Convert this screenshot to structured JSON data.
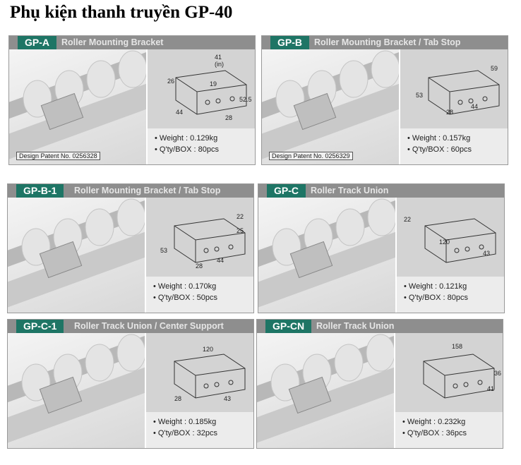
{
  "page_title": "Phụ kiện thanh truyền GP-40",
  "weight_label": "Weight : ",
  "qty_label": "Q'ty/BOX : ",
  "cards": [
    {
      "code": "GP-A",
      "name": "Roller Mounting Bracket",
      "weight": "0.129kg",
      "qty": "80pcs",
      "patent": "Design Patent No. 0256328",
      "dims": [
        "41",
        "(in)",
        "26",
        "19",
        "44",
        "28",
        "52.5"
      ]
    },
    {
      "code": "GP-B",
      "name": "Roller Mounting Bracket / Tab Stop",
      "weight": "0.157kg",
      "qty": "60pcs",
      "patent": "Design Patent No. 0256329",
      "dims": [
        "59",
        "53",
        "28",
        "44"
      ]
    },
    {
      "code": "GP-B-1",
      "name": "Roller Mounting Bracket / Tab Stop",
      "weight": "0.170kg",
      "qty": "50pcs",
      "dims": [
        "22",
        "25",
        "53",
        "28",
        "44"
      ]
    },
    {
      "code": "GP-C",
      "name": "Roller Track Union",
      "weight": "0.121kg",
      "qty": "80pcs",
      "dims": [
        "22",
        "120",
        "43"
      ]
    },
    {
      "code": "GP-C-1",
      "name": "Roller Track Union / Center Support",
      "weight": "0.185kg",
      "qty": "32pcs",
      "dims": [
        "120",
        "28",
        "43"
      ]
    },
    {
      "code": "GP-CN",
      "name": "Roller Track Union",
      "weight": "0.232kg",
      "qty": "36pcs",
      "dims": [
        "158",
        "36",
        "41"
      ]
    }
  ]
}
